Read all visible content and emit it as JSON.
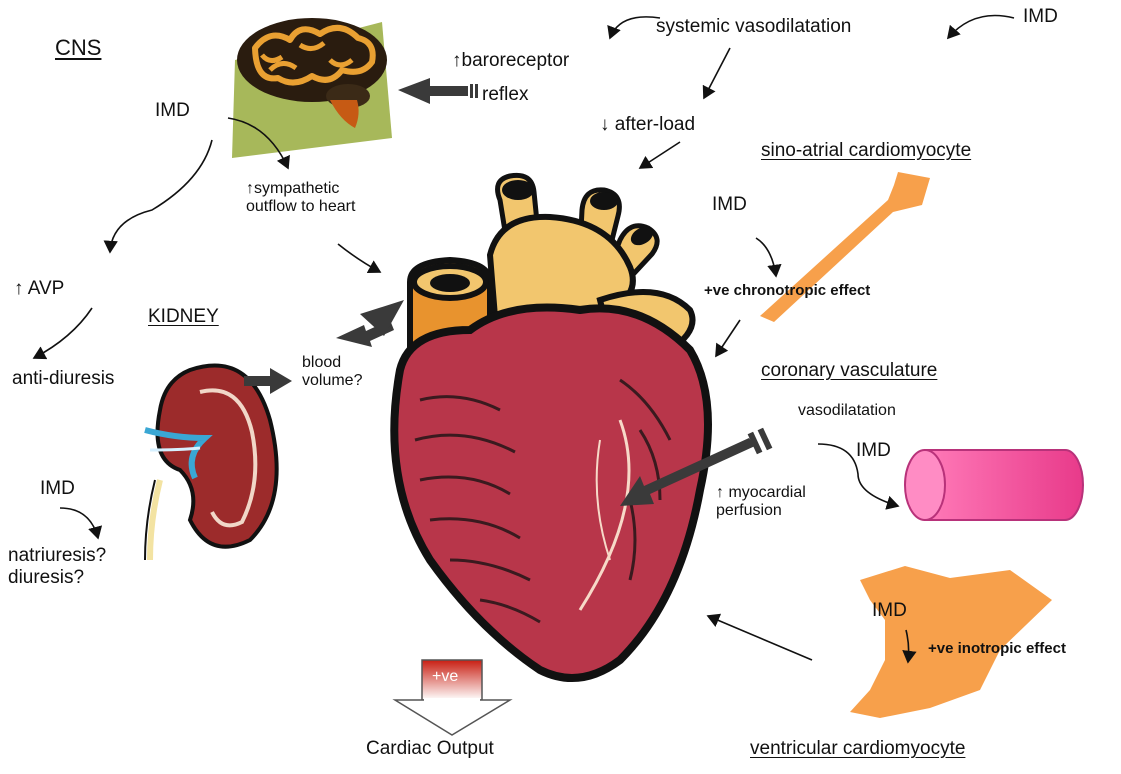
{
  "labels": {
    "cns": "CNS",
    "kidney": "KIDNEY",
    "sino_atrial": "sino-atrial cardiomyocyte",
    "coronary": "coronary vasculature",
    "ventricular": "ventricular cardiomyocyte",
    "imd_cns": "IMD",
    "imd_top": "IMD",
    "imd_kidney": "IMD",
    "imd_sa": "IMD",
    "imd_coronary": "IMD",
    "imd_ventricular": "IMD",
    "systemic_vasodilatation": "systemic vasodilatation",
    "baroreceptor_line1": "↑baroreceptor",
    "baroreceptor_line2": "reflex",
    "afterload": "↓ after-load",
    "sympathetic": "↑sympathetic\noutflow to heart",
    "avp": "↑ AVP",
    "anti_diuresis": "anti-diuresis",
    "blood_volume": "blood\nvolume?",
    "natriuresis": "natriuresis?\ndiuresis?",
    "chronotropic": "+ve chronotropic effect",
    "vasodilatation_small": "vasodilatation",
    "myocardial_perfusion": "↑ myocardial\nperfusion",
    "inotropic": "+ve inotropic effect",
    "positive_effect": "+ve",
    "cardiac_output": "Cardiac Output"
  },
  "colors": {
    "heart_muscle": "#b8364a",
    "heart_vessels": "#f2c66e",
    "orange_cell": "#f7a04b",
    "coronary_vessel": "#f0509b",
    "kidney": "#9c2b2b",
    "brain_face": "#a7b85a",
    "arrow_dark": "#3a3a3a",
    "output_box": "#e33a2a"
  },
  "icons": [
    "brain-icon",
    "heart-icon",
    "kidney-icon",
    "sa-cell-icon",
    "coronary-vessel-icon",
    "ventricular-cell-icon"
  ]
}
